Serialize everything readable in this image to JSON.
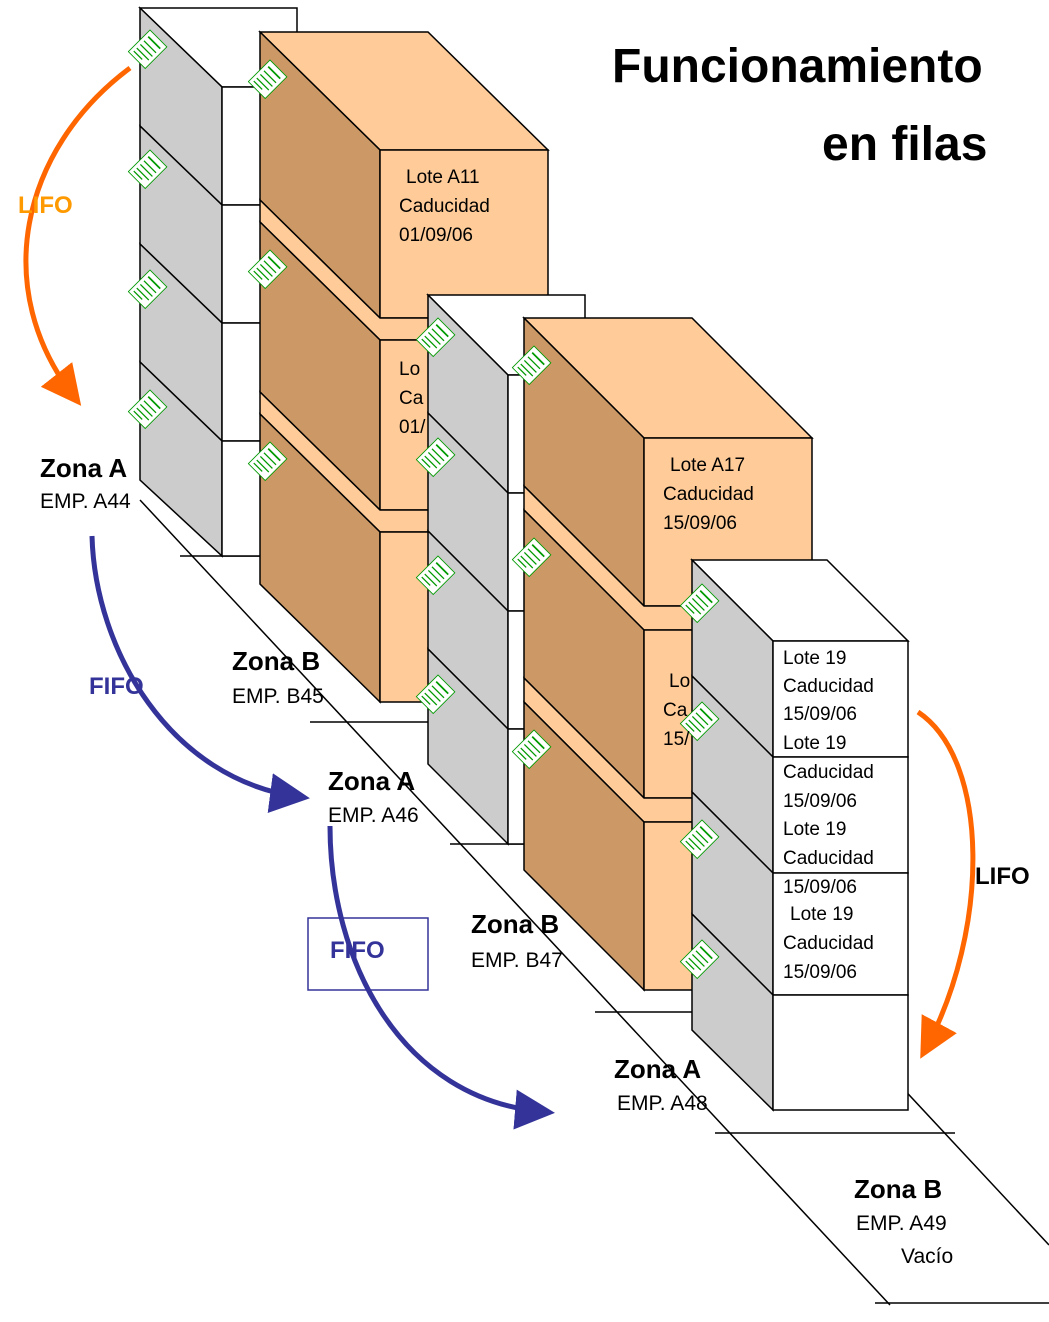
{
  "title": {
    "line1": "Funcionamiento",
    "line2": "en filas"
  },
  "colors": {
    "lifo": "#ff6600",
    "fifo": "#333399",
    "box_gray": "#cccccc",
    "box_orange_front": "#cc9966",
    "box_orange_side": "#ffcc99"
  },
  "zones": [
    {
      "zone": "Zona A",
      "emp": "EMP. A44"
    },
    {
      "zone": "Zona B",
      "emp": "EMP. B45"
    },
    {
      "zone": "Zona A",
      "emp": "EMP. A46"
    },
    {
      "zone": "Zona B",
      "emp": "EMP. B47"
    },
    {
      "zone": "Zona A",
      "emp": "EMP. A48"
    },
    {
      "zone": "Zona B",
      "emp": "EMP. A49",
      "note": "Vacío"
    }
  ],
  "lots": [
    {
      "l1": "Lote A11",
      "l2": "Caducidad",
      "l3": "01/09/06"
    },
    {
      "l1": "Lo",
      "l2": "Ca",
      "l3": "01/"
    },
    {
      "l1": "Lote A17",
      "l2": "Caducidad",
      "l3": "15/09/06"
    },
    {
      "l1": "Lo",
      "l2": "Ca",
      "l3": "15/"
    },
    {
      "l1": "Lote 19",
      "l2": "Caducidad",
      "l3": "15/09/06"
    },
    {
      "l1": "Lote 19",
      "l2": "Caducidad",
      "l3": "15/09/06"
    },
    {
      "l1": "Lote 19",
      "l2": "Caducidad",
      "l3": "15/09/06"
    },
    {
      "l1": "Lote 19",
      "l2": "Caducidad",
      "l3": "15/09/06"
    }
  ],
  "arrows": {
    "lifo_top": "LIFO",
    "fifo_1": "FIFO",
    "fifo_2": "FIFO",
    "lifo_right": "LIFO"
  }
}
